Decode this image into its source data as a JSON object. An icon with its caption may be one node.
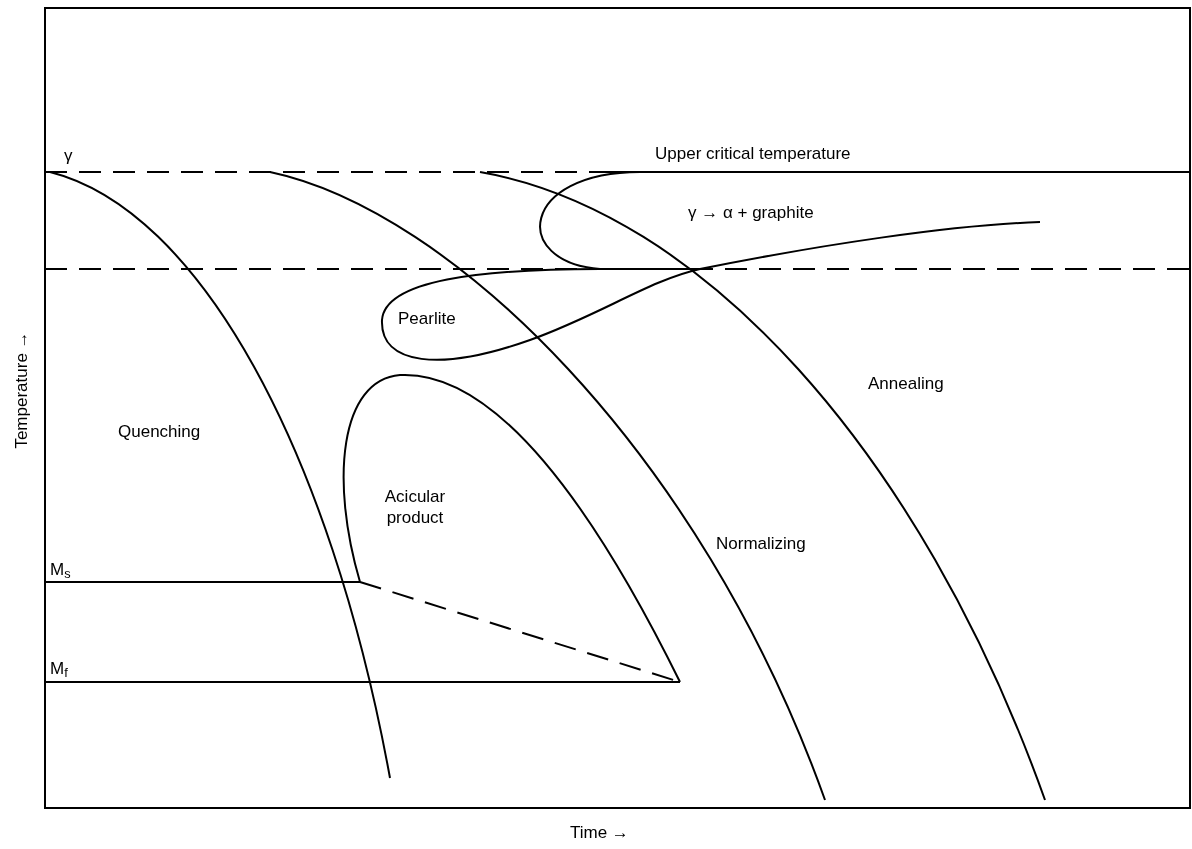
{
  "diagram": {
    "labels": [
      "γ",
      "Upper critical temperature",
      "γ → α + graphite",
      "Pearlite",
      "Quenching",
      "Annealing",
      "Acicular product",
      "Normalizing",
      "M$_{s}$",
      "M$_{f}$",
      "Temperature →",
      "Time →"
    ]
  }
}
